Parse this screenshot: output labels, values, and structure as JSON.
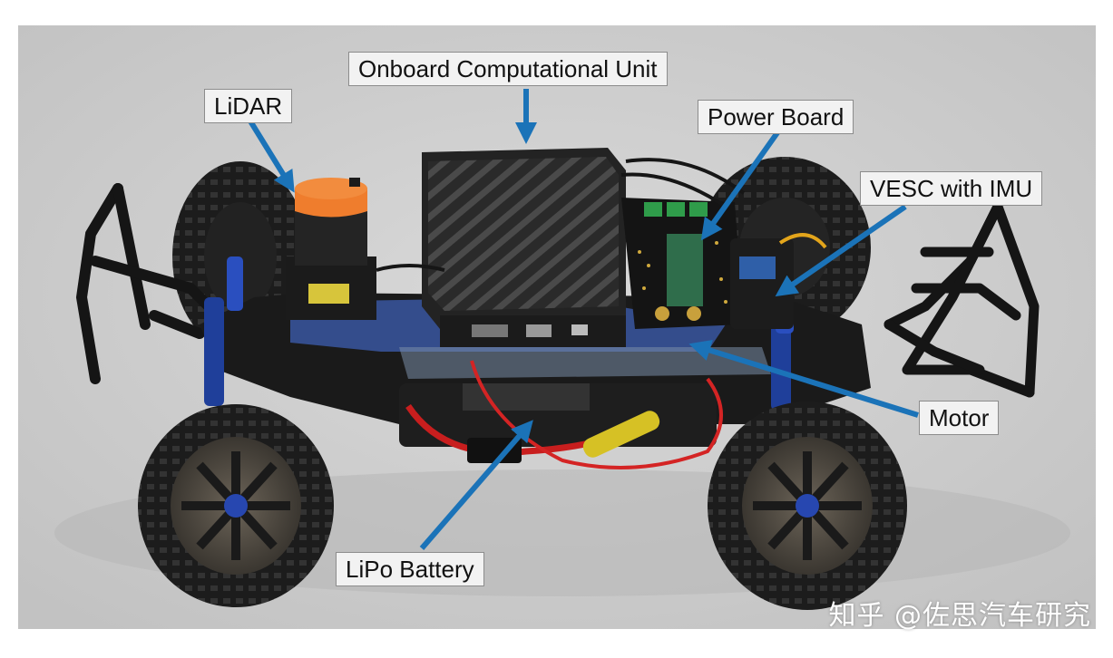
{
  "labels": {
    "compute": "Onboard Computational Unit",
    "lidar": "LiDAR",
    "power": "Power Board",
    "vesc": "VESC with IMU",
    "motor": "Motor",
    "battery": "LiPo Battery"
  },
  "watermark": "知乎 @佐思汽车研究",
  "colors": {
    "arrow": "#1b73b8",
    "background": "#cfcfcf",
    "lidar_cap": "#ef7d2d"
  }
}
